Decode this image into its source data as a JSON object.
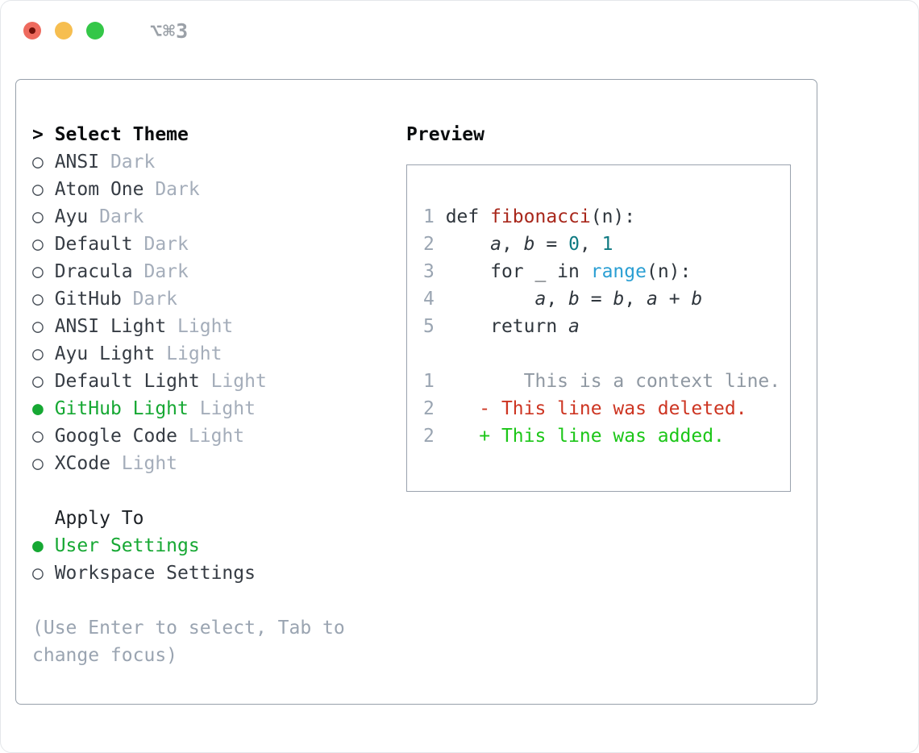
{
  "window": {
    "title": "⌥⌘3"
  },
  "glyphs": {
    "cursor_prefix": "> ",
    "indent_prefix": "  ",
    "radio_unselected": "○",
    "radio_selected": "●"
  },
  "theme_list": {
    "header": "Select Theme",
    "items": [
      {
        "name": "ANSI",
        "tag": "Dark",
        "selected": false
      },
      {
        "name": "Atom One",
        "tag": "Dark",
        "selected": false
      },
      {
        "name": "Ayu",
        "tag": "Dark",
        "selected": false
      },
      {
        "name": "Default",
        "tag": "Dark",
        "selected": false
      },
      {
        "name": "Dracula",
        "tag": "Dark",
        "selected": false
      },
      {
        "name": "GitHub",
        "tag": "Dark",
        "selected": false
      },
      {
        "name": "ANSI Light",
        "tag": "Light",
        "selected": false
      },
      {
        "name": "Ayu Light",
        "tag": "Light",
        "selected": false
      },
      {
        "name": "Default Light",
        "tag": "Light",
        "selected": false
      },
      {
        "name": "GitHub Light",
        "tag": "Light",
        "selected": true
      },
      {
        "name": "Google Code",
        "tag": "Light",
        "selected": false
      },
      {
        "name": "XCode",
        "tag": "Light",
        "selected": false
      }
    ]
  },
  "apply_to": {
    "header": "Apply To",
    "options": [
      {
        "label": "User Settings",
        "selected": true
      },
      {
        "label": "Workspace Settings",
        "selected": false
      }
    ]
  },
  "hint": {
    "line1": "(Use Enter to select, Tab to",
    "line2": "change focus)"
  },
  "preview": {
    "header": "Preview",
    "lines": [
      {
        "num": "1",
        "segments": [
          {
            "style": "code",
            "text": "def "
          },
          {
            "style": "func",
            "text": "fibonacci"
          },
          {
            "style": "code",
            "text": "(n):"
          }
        ]
      },
      {
        "num": "2",
        "segments": [
          {
            "style": "code",
            "text": "    "
          },
          {
            "style": "var",
            "text": "a"
          },
          {
            "style": "code",
            "text": ", "
          },
          {
            "style": "var",
            "text": "b"
          },
          {
            "style": "code",
            "text": " = "
          },
          {
            "style": "num",
            "text": "0"
          },
          {
            "style": "code",
            "text": ", "
          },
          {
            "style": "num",
            "text": "1"
          }
        ]
      },
      {
        "num": "3",
        "segments": [
          {
            "style": "code",
            "text": "    for _ in "
          },
          {
            "style": "builtin",
            "text": "range"
          },
          {
            "style": "code",
            "text": "(n):"
          }
        ]
      },
      {
        "num": "4",
        "segments": [
          {
            "style": "code",
            "text": "        "
          },
          {
            "style": "var",
            "text": "a"
          },
          {
            "style": "code",
            "text": ", "
          },
          {
            "style": "var",
            "text": "b"
          },
          {
            "style": "code",
            "text": " = "
          },
          {
            "style": "var",
            "text": "b"
          },
          {
            "style": "code",
            "text": ", "
          },
          {
            "style": "var",
            "text": "a"
          },
          {
            "style": "code",
            "text": " + "
          },
          {
            "style": "var",
            "text": "b"
          }
        ]
      },
      {
        "num": "5",
        "segments": [
          {
            "style": "code",
            "text": "    return "
          },
          {
            "style": "var",
            "text": "a"
          }
        ]
      },
      {
        "num": "",
        "segments": []
      },
      {
        "num": "1",
        "segments": [
          {
            "style": "ctx",
            "text": "       This is a context line."
          }
        ]
      },
      {
        "num": "2",
        "segments": [
          {
            "style": "del",
            "text": "   - This line was deleted."
          }
        ]
      },
      {
        "num": "2",
        "segments": [
          {
            "style": "add",
            "text": "   + This line was added."
          }
        ]
      }
    ]
  },
  "colors": {
    "selected_green": "#16a833",
    "added_green": "#1cc618",
    "deleted_red": "#cd3522",
    "function_red": "#a8271b",
    "number_teal": "#0f7a82",
    "builtin_blue": "#2b9fd3",
    "muted_gray": "#9aa4b1",
    "panel_border": "#97a0ab",
    "traffic_red": "#ee6a5e",
    "traffic_yellow": "#f6be50",
    "traffic_green": "#34c748"
  }
}
